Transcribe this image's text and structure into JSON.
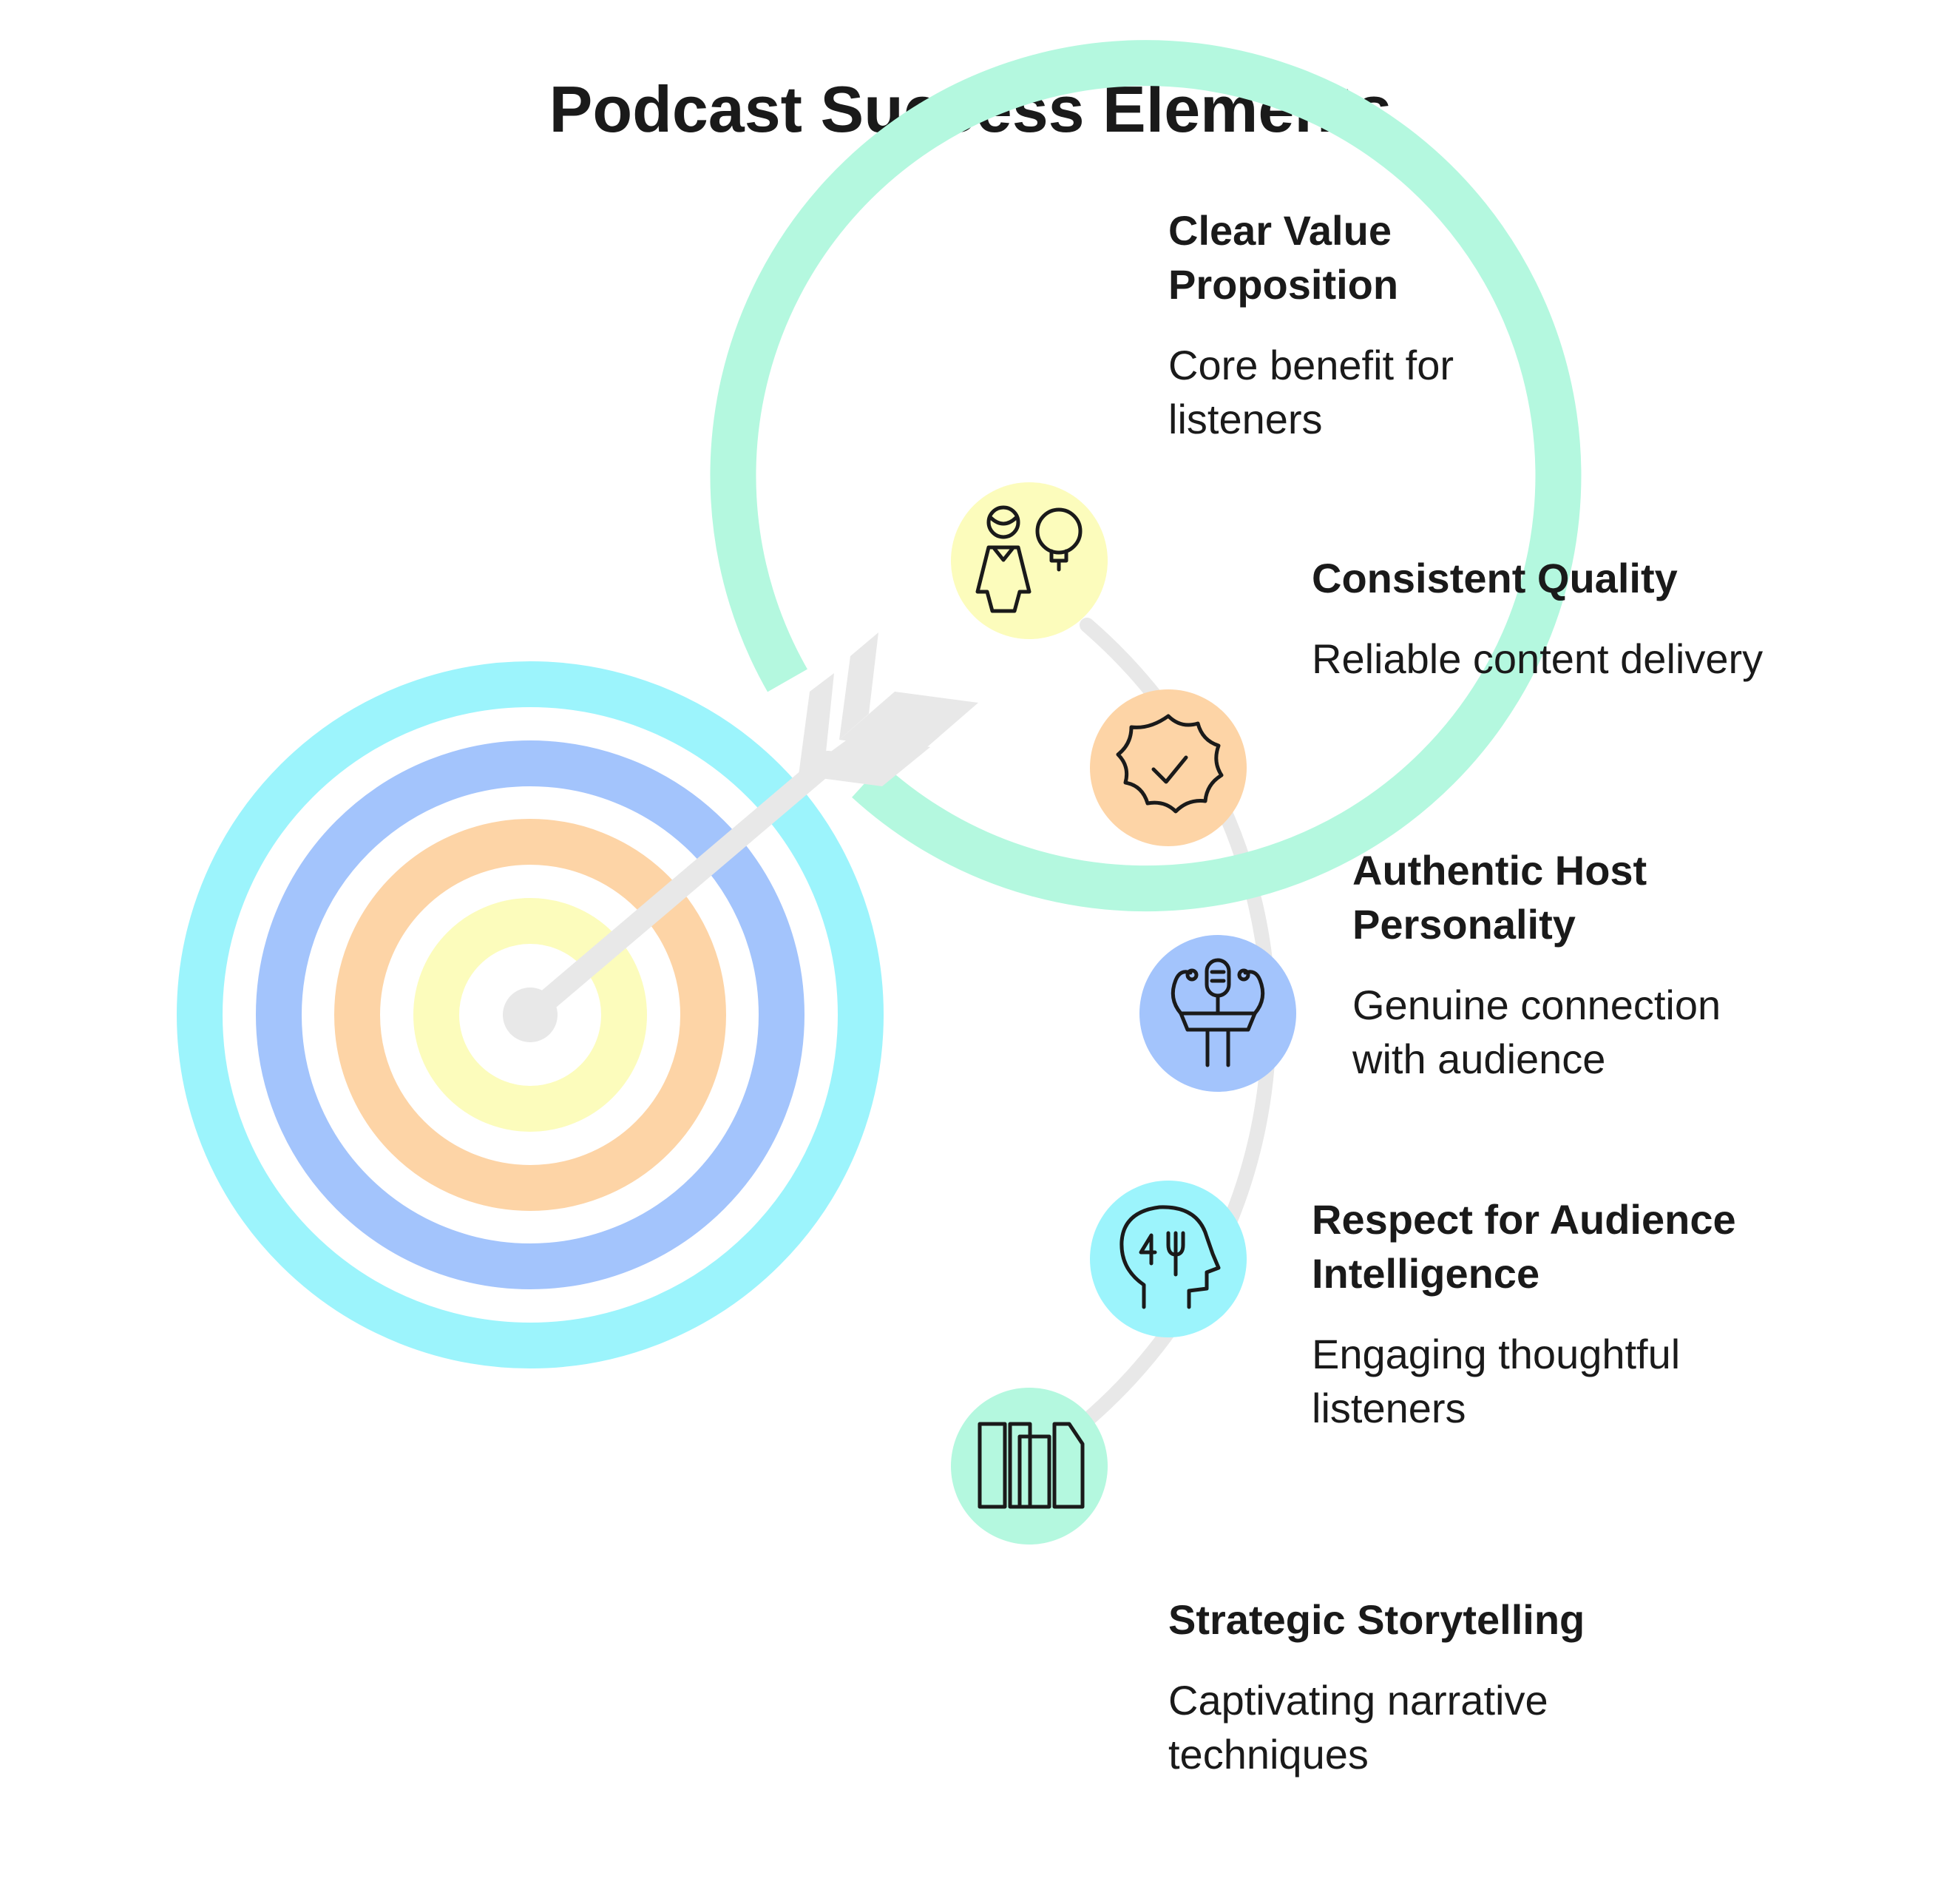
{
  "title": "Podcast Success Elements",
  "colors": {
    "arc": "#e8e8e8",
    "arrow": "#e8e8e8",
    "stroke": "#1a1a1a",
    "ring_outer": "#b4f8df",
    "ring_2": "#9cf4fc",
    "ring_3": "#a3c4fc",
    "ring_4": "#fdd4a6",
    "ring_inner": "#fcfcbc"
  },
  "items": [
    {
      "title": "Clear Value Proposition",
      "description": "Core benefit for listeners",
      "icon": "person-lightbulb-icon",
      "color": "#fcfcbc"
    },
    {
      "title": "Consistent Quality",
      "description": "Reliable content delivery",
      "icon": "quality-badge-check-icon",
      "color": "#fdd4a6"
    },
    {
      "title": "Authentic Host Personality",
      "description": "Genuine connection with audience",
      "icon": "host-microphone-icon",
      "color": "#a3c4fc"
    },
    {
      "title": "Respect for Audience Intelligence",
      "description": "Engaging thoughtful listeners",
      "icon": "head-fork-icon",
      "color": "#9cf4fc"
    },
    {
      "title": "Strategic Storytelling",
      "description": "Captivating narrative techniques",
      "icon": "books-icon",
      "color": "#b4f8df"
    }
  ]
}
